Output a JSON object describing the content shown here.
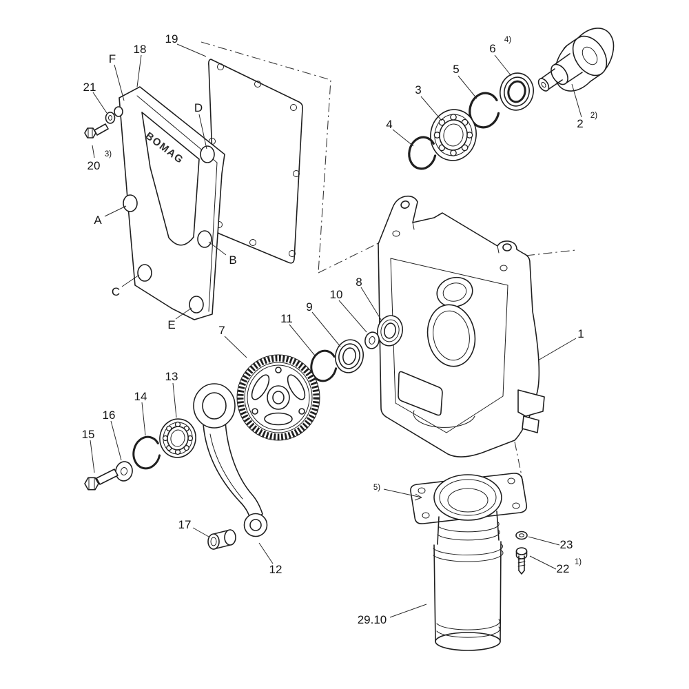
{
  "colors": {
    "background": "#ffffff",
    "line_ink": "#1f1f1f",
    "label_ink": "#141414"
  },
  "brand_logo": "BOMAG",
  "callouts": {
    "n1": "1",
    "n2": "2",
    "n3": "3",
    "n4": "4",
    "n5": "5",
    "n6": "6",
    "n7": "7",
    "n8": "8",
    "n9": "9",
    "n10": "10",
    "n11": "11",
    "n12": "12",
    "n13": "13",
    "n14": "14",
    "n15": "15",
    "n16": "16",
    "n17": "17",
    "n18": "18",
    "n19": "19",
    "n20": "20",
    "n21": "21",
    "n22": "22",
    "n23": "23",
    "n29_10": "29.10",
    "a": "A",
    "b": "B",
    "c": "C",
    "d": "D",
    "e": "E",
    "f": "F"
  },
  "footnotes": {
    "sup1": "1)",
    "sup2": "2)",
    "sup3": "3)",
    "sup4": "4)",
    "sup5": "5)"
  }
}
